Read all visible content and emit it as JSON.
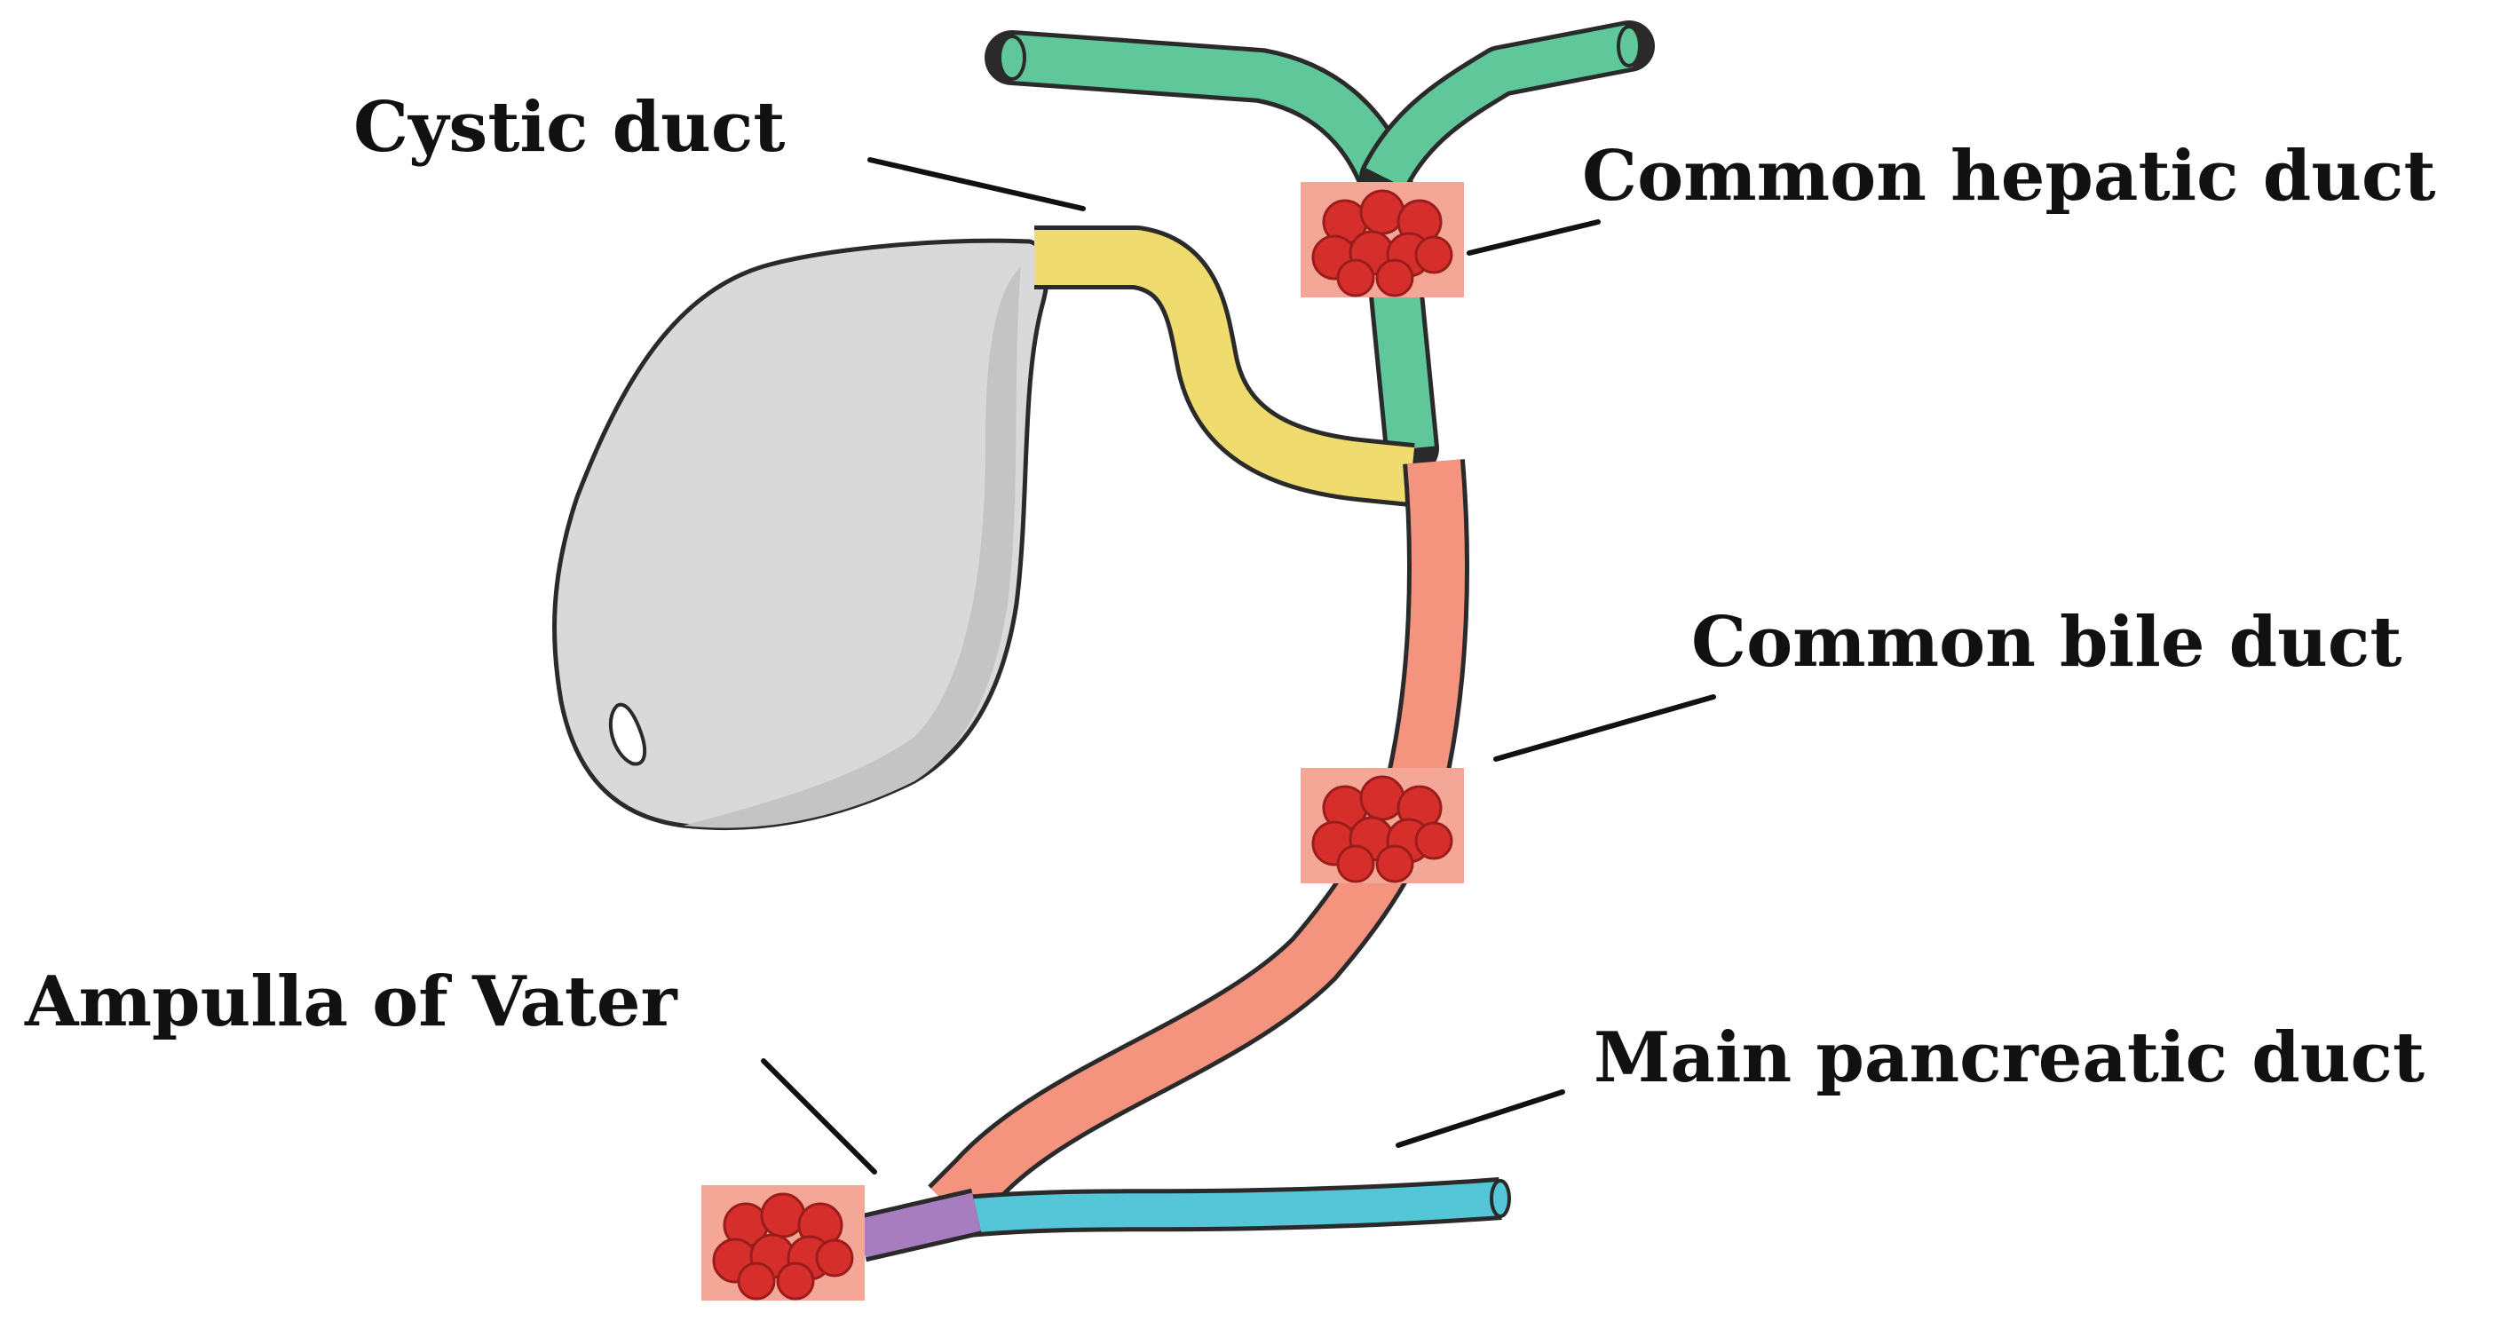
{
  "labels": {
    "cystic_duct": "Cystic duct",
    "common_hepatic_duct": "Common hepatic duct",
    "common_bile_duct": "Common bile duct",
    "ampulla_of_vater": "Ampulla of Vater",
    "main_pancreatic_duct": "Main pancreatic duct"
  },
  "colors": {
    "gallbladder": "#d9d9d9",
    "gallbladder_shadow": "#c4c4c4",
    "cystic_duct": "#efdb6e",
    "hepatic_duct": "#5fc79a",
    "common_bile_duct": "#f4937e",
    "pancreatic_duct": "#55c6d8",
    "ampulla": "#a77dc0",
    "cell_cluster_bg": "#f4a796",
    "cell": "#d62e2b"
  },
  "cell_clusters": [
    {
      "location": "common-hepatic-duct"
    },
    {
      "location": "common-bile-duct"
    },
    {
      "location": "ampulla-of-vater"
    }
  ]
}
